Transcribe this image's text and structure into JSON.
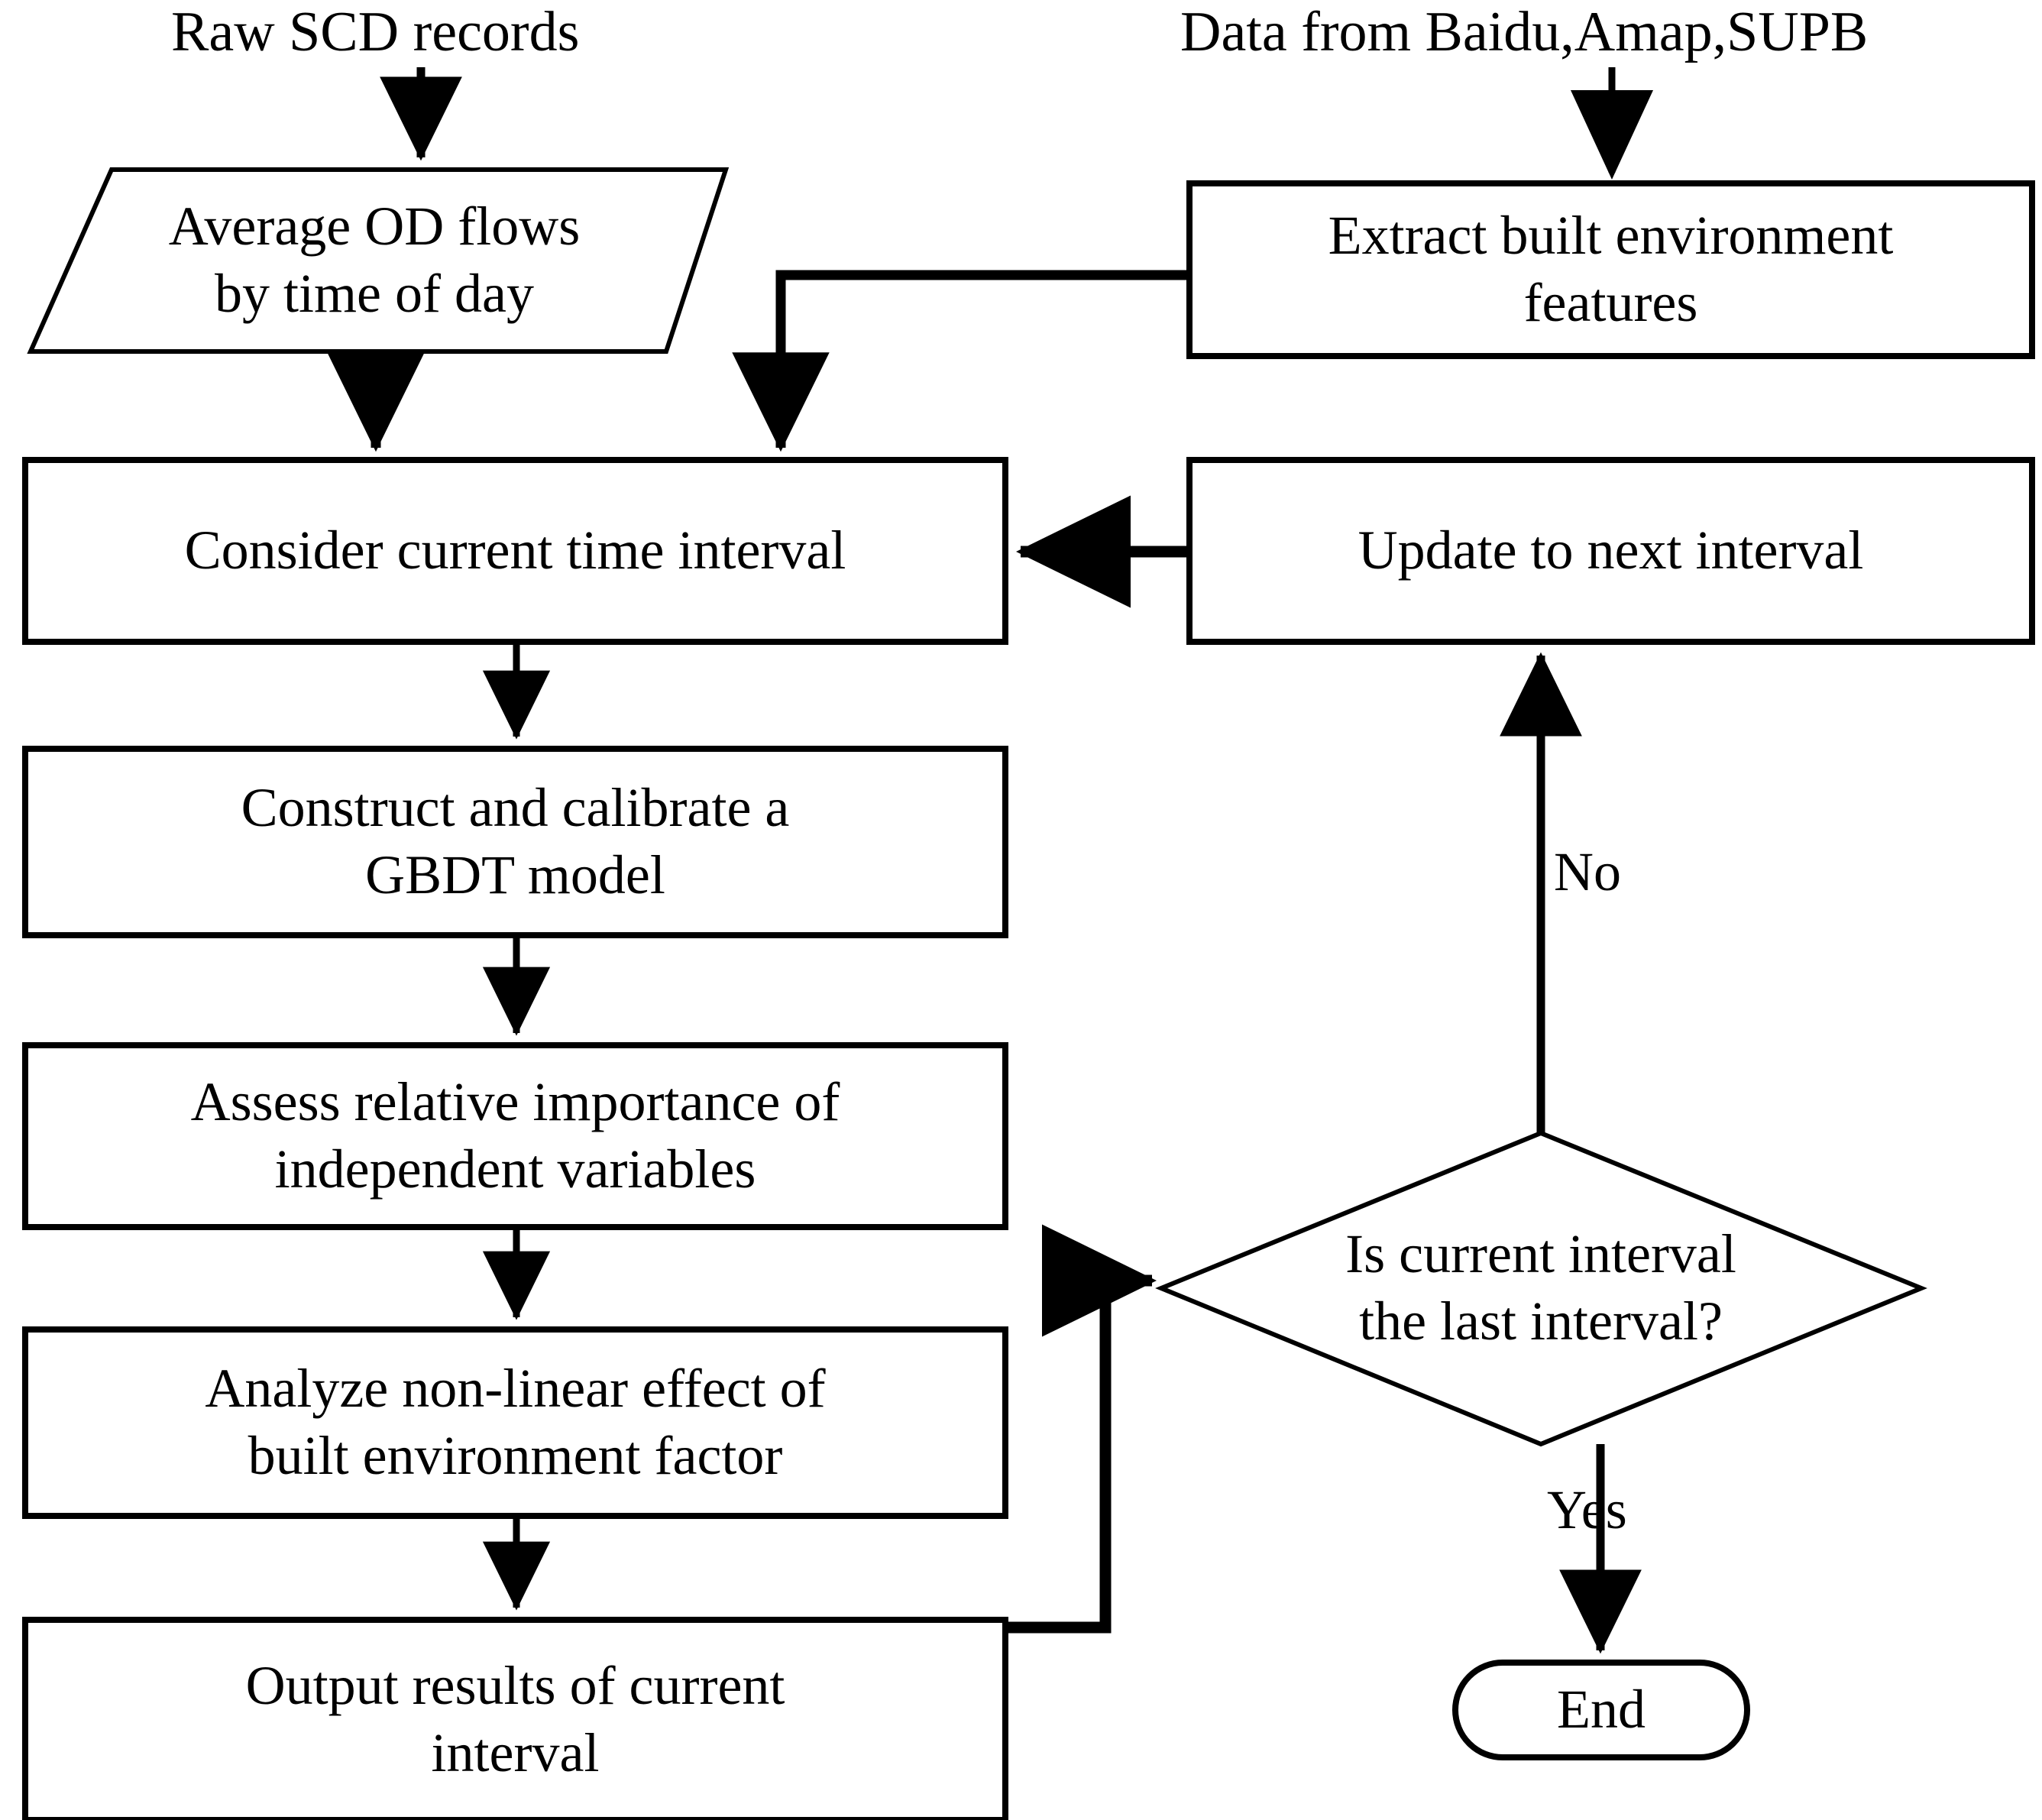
{
  "diagram": {
    "title": "GBDT modelling workflow for time-varying built environment effects on OD flows",
    "type": "flowchart",
    "colors": {
      "stroke": "#000000",
      "fill": "#ffffff",
      "text": "#000000"
    },
    "inputs": [
      {
        "id": "raw-scd",
        "label": "Raw SCD records"
      },
      {
        "id": "external-data",
        "label": "Data from Baidu,Amap,SUPB"
      }
    ],
    "nodes": [
      {
        "id": "average-od-flows",
        "shape": "parallelogram",
        "label": "Average OD flows\nby time of day"
      },
      {
        "id": "extract-built-environment",
        "shape": "rectangle",
        "label": "Extract built environment\nfeatures"
      },
      {
        "id": "consider-current-interval",
        "shape": "rectangle",
        "label": "Consider current time interval"
      },
      {
        "id": "update-next-interval",
        "shape": "rectangle",
        "label": "Update to next interval"
      },
      {
        "id": "construct-gbdt",
        "shape": "rectangle",
        "label": "Construct and calibrate  a\nGBDT model"
      },
      {
        "id": "assess-importance",
        "shape": "rectangle",
        "label": "Assess relative  importance  of\nindependent variables"
      },
      {
        "id": "analyze-nonlinear",
        "shape": "rectangle",
        "label": "Analyze non-linear effect of\nbuilt environment factor"
      },
      {
        "id": "output-results",
        "shape": "rectangle",
        "label": "Output results of current\ninterval"
      },
      {
        "id": "is-last-interval",
        "shape": "diamond",
        "label": "Is current interval\nthe last interval?"
      },
      {
        "id": "end",
        "shape": "stadium",
        "label": "End"
      }
    ],
    "edge_labels": [
      {
        "id": "branch-no",
        "label": "No"
      },
      {
        "id": "branch-yes",
        "label": "Yes"
      }
    ],
    "edges": [
      {
        "from": "raw-scd",
        "to": "average-od-flows"
      },
      {
        "from": "external-data",
        "to": "extract-built-environment"
      },
      {
        "from": "average-od-flows",
        "to": "consider-current-interval"
      },
      {
        "from": "extract-built-environment",
        "to": "consider-current-interval"
      },
      {
        "from": "consider-current-interval",
        "to": "construct-gbdt"
      },
      {
        "from": "construct-gbdt",
        "to": "assess-importance"
      },
      {
        "from": "assess-importance",
        "to": "analyze-nonlinear"
      },
      {
        "from": "analyze-nonlinear",
        "to": "output-results"
      },
      {
        "from": "output-results",
        "to": "is-last-interval"
      },
      {
        "from": "is-last-interval",
        "to": "update-next-interval",
        "label": "No"
      },
      {
        "from": "is-last-interval",
        "to": "end",
        "label": "Yes"
      },
      {
        "from": "update-next-interval",
        "to": "consider-current-interval"
      }
    ]
  }
}
